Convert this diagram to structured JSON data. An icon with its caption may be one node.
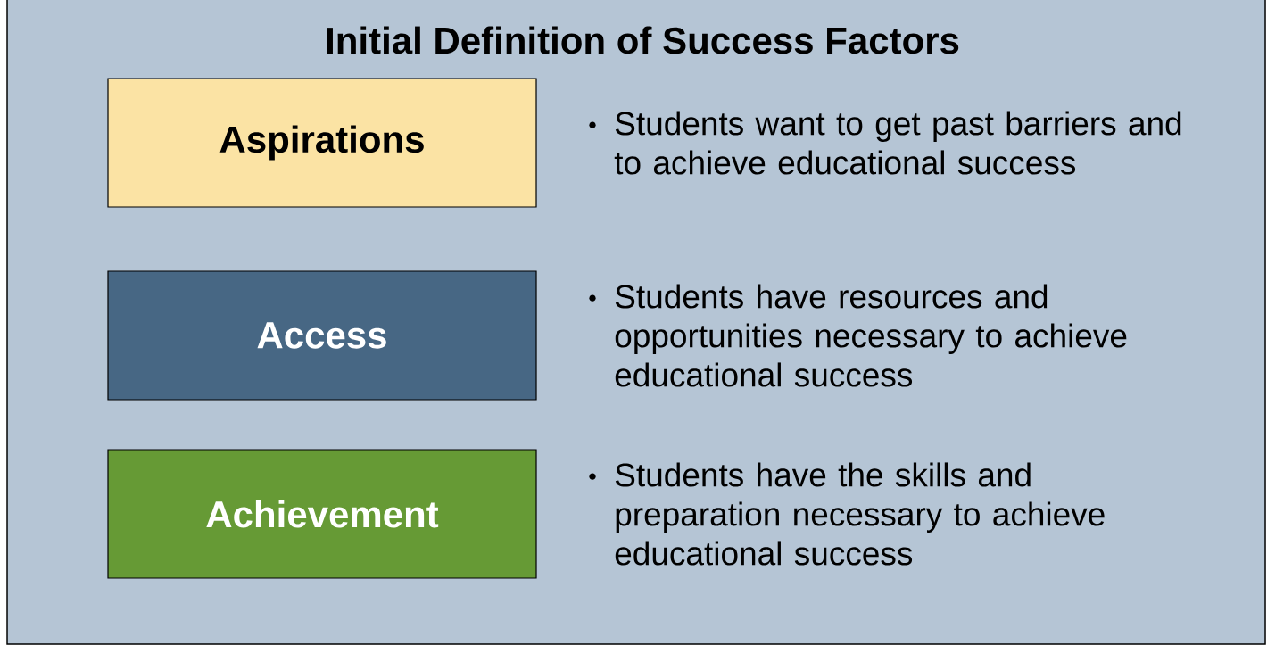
{
  "diagram": {
    "title": "Initial Definition of Success Factors",
    "nodes": [
      {
        "text": [
          "Aspirations"
        ],
        "beside": [
          "Students want to get past barriers and to achieve educational success"
        ]
      },
      {
        "text": [
          "Access"
        ],
        "beside": [
          "Students have resources and opportunities necessary to achieve educational success"
        ]
      },
      {
        "text": [
          "Achievement"
        ],
        "beside": [
          "Students have the skills and preparation necessary to achieve educational success"
        ]
      }
    ]
  }
}
